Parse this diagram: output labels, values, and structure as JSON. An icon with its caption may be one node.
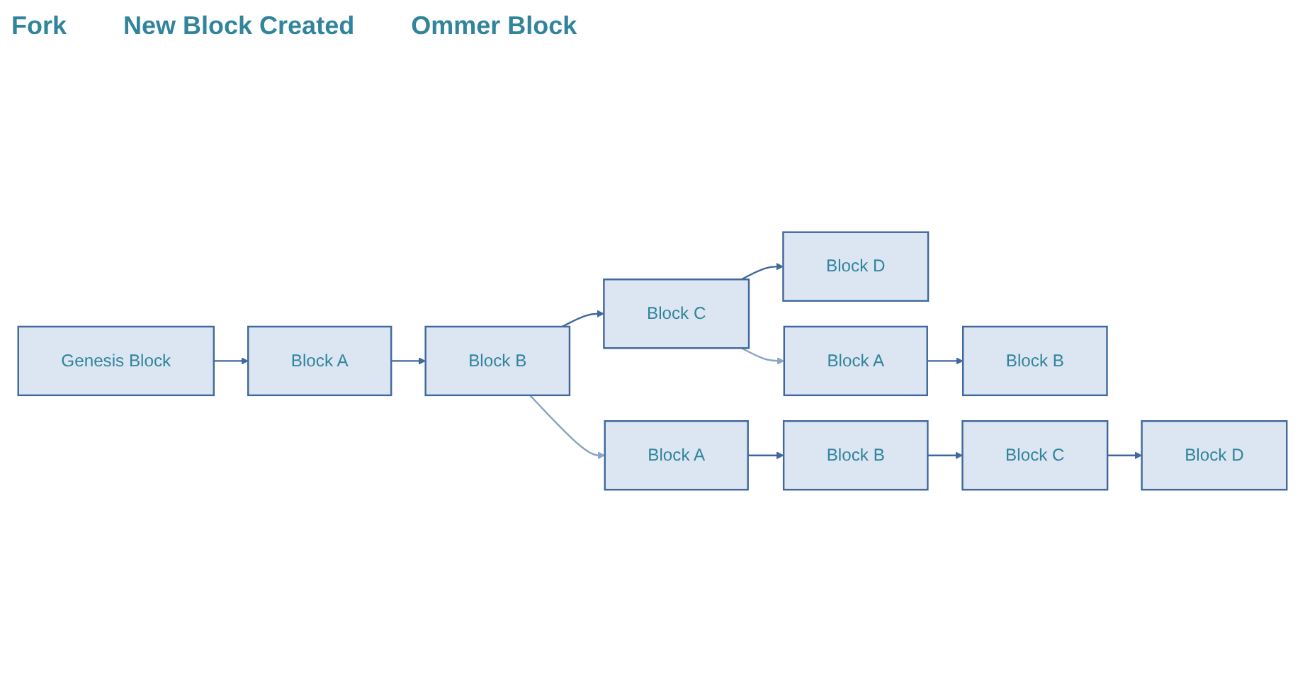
{
  "diagram": {
    "nodes": [
      {
        "text": [
          "Genesis Block"
        ]
      },
      {
        "text": [
          "Block A"
        ]
      },
      {
        "text": [
          "Block B"
        ]
      },
      {
        "text": [
          "Block C"
        ]
      },
      {
        "text": [
          "Block D"
        ]
      },
      {
        "text": [
          "Block A"
        ]
      },
      {
        "text": [
          "Block B"
        ]
      },
      {
        "text": [
          "Block A"
        ]
      },
      {
        "text": [
          "Block B"
        ]
      },
      {
        "text": [
          "Block C"
        ]
      },
      {
        "text": [
          "Block D"
        ]
      }
    ],
    "edges": [
      {
        "from": 0,
        "to": 1,
        "arrow": "to"
      },
      {
        "from": 1,
        "to": 2,
        "arrow": "to"
      },
      {
        "from": 2,
        "to": 3,
        "arrow": "to"
      },
      {
        "from": 3,
        "to": 4,
        "arrow": "to"
      },
      {
        "from": 3,
        "to": 5,
        "arrow": "to",
        "color": "#8aa4c4"
      },
      {
        "from": 5,
        "to": 6,
        "arrow": "to"
      },
      {
        "from": 2,
        "to": 7,
        "arrow": "to",
        "color": "#8aa4c4"
      },
      {
        "from": 7,
        "to": 8,
        "arrow": "to"
      },
      {
        "from": 8,
        "to": 9,
        "arrow": "to"
      },
      {
        "from": 9,
        "to": 10,
        "arrow": "to"
      }
    ],
    "labels": [
      "Fork",
      "New Block Created",
      "Ommer Block"
    ]
  }
}
